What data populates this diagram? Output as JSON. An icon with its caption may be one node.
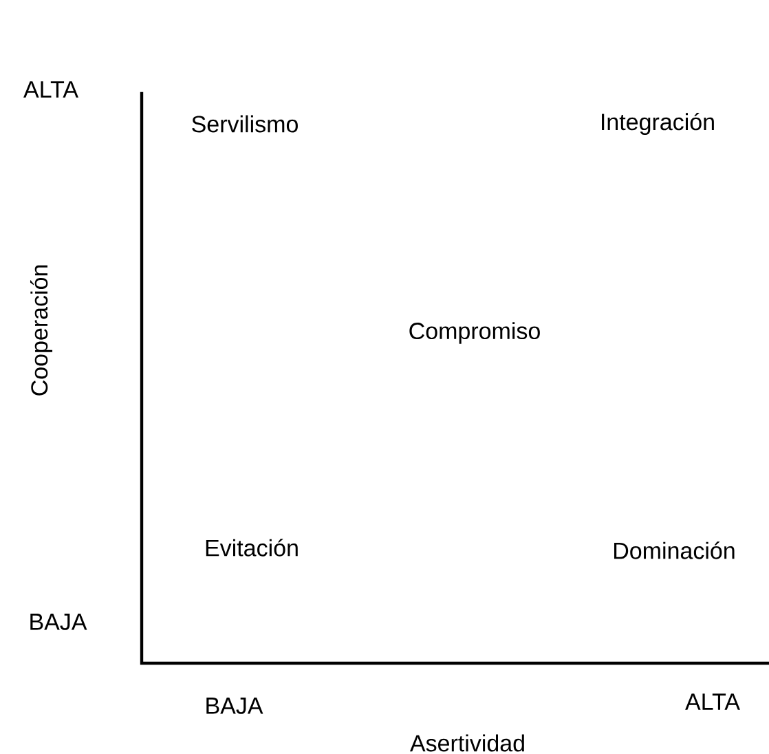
{
  "diagram": {
    "labels": [
      "ALTA",
      "Servilismo",
      "Integración",
      "Cooperación",
      "Compromiso",
      "Evitación",
      "Dominación",
      "BAJA",
      "BAJA",
      "ALTA",
      "Asertividad"
    ]
  }
}
